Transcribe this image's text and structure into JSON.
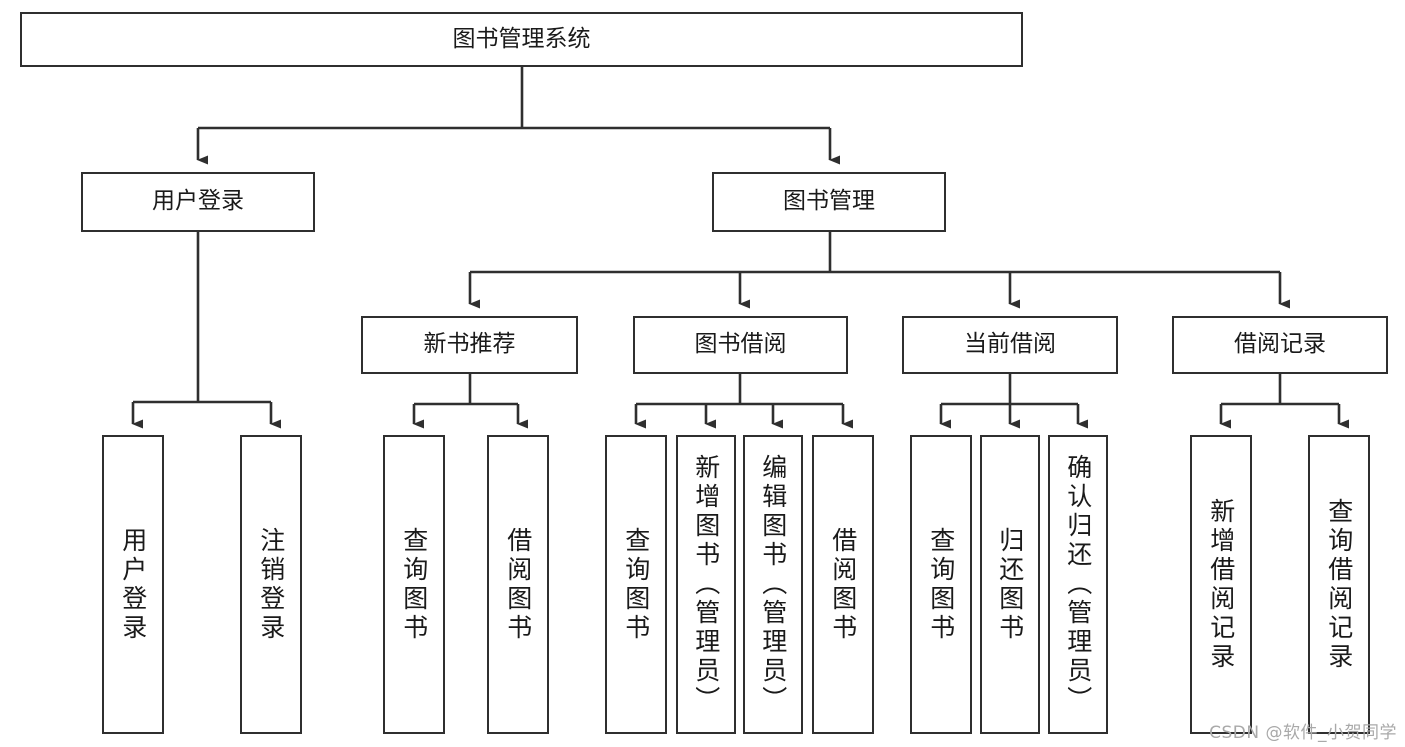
{
  "diagram": {
    "kind": "hierarchy-tree",
    "title_node": {
      "label": "图书管理系统"
    },
    "level2": [
      {
        "id": "user-login",
        "label": "用户登录"
      },
      {
        "id": "book-management",
        "label": "图书管理"
      }
    ],
    "level3": [
      {
        "id": "new-book-recommend",
        "label": "新书推荐"
      },
      {
        "id": "book-borrow",
        "label": "图书借阅"
      },
      {
        "id": "current-borrow",
        "label": "当前借阅"
      },
      {
        "id": "borrow-record",
        "label": "借阅记录"
      }
    ],
    "leaves": [
      {
        "id": "leaf-user-login",
        "label": "用户登录"
      },
      {
        "id": "leaf-logout-login",
        "label": "注销登录"
      },
      {
        "id": "leaf-query-book-1",
        "label": "查询图书"
      },
      {
        "id": "leaf-borrow-book-1",
        "label": "借阅图书"
      },
      {
        "id": "leaf-query-book-2",
        "label": "查询图书"
      },
      {
        "id": "leaf-add-book",
        "label": "新增图书（管理员）"
      },
      {
        "id": "leaf-edit-book",
        "label": "编辑图书（管理员）"
      },
      {
        "id": "leaf-borrow-book-2",
        "label": "借阅图书"
      },
      {
        "id": "leaf-query-book-3",
        "label": "查询图书"
      },
      {
        "id": "leaf-return-book",
        "label": "归还图书"
      },
      {
        "id": "leaf-confirm-return",
        "label": "确认归还（管理员）"
      },
      {
        "id": "leaf-add-borrow-record",
        "label": "新增借阅记录"
      },
      {
        "id": "leaf-query-borrow-record",
        "label": "查询借阅记录"
      }
    ]
  },
  "watermark": {
    "text": "CSDN @软件_小贺同学"
  },
  "colors": {
    "box_border": "#2f2f2f",
    "box_fill": "#ffffff",
    "edge": "#2f2f2f",
    "text": "#1a1a1a",
    "watermark": "#a9a9a9",
    "background": "#ffffff"
  }
}
